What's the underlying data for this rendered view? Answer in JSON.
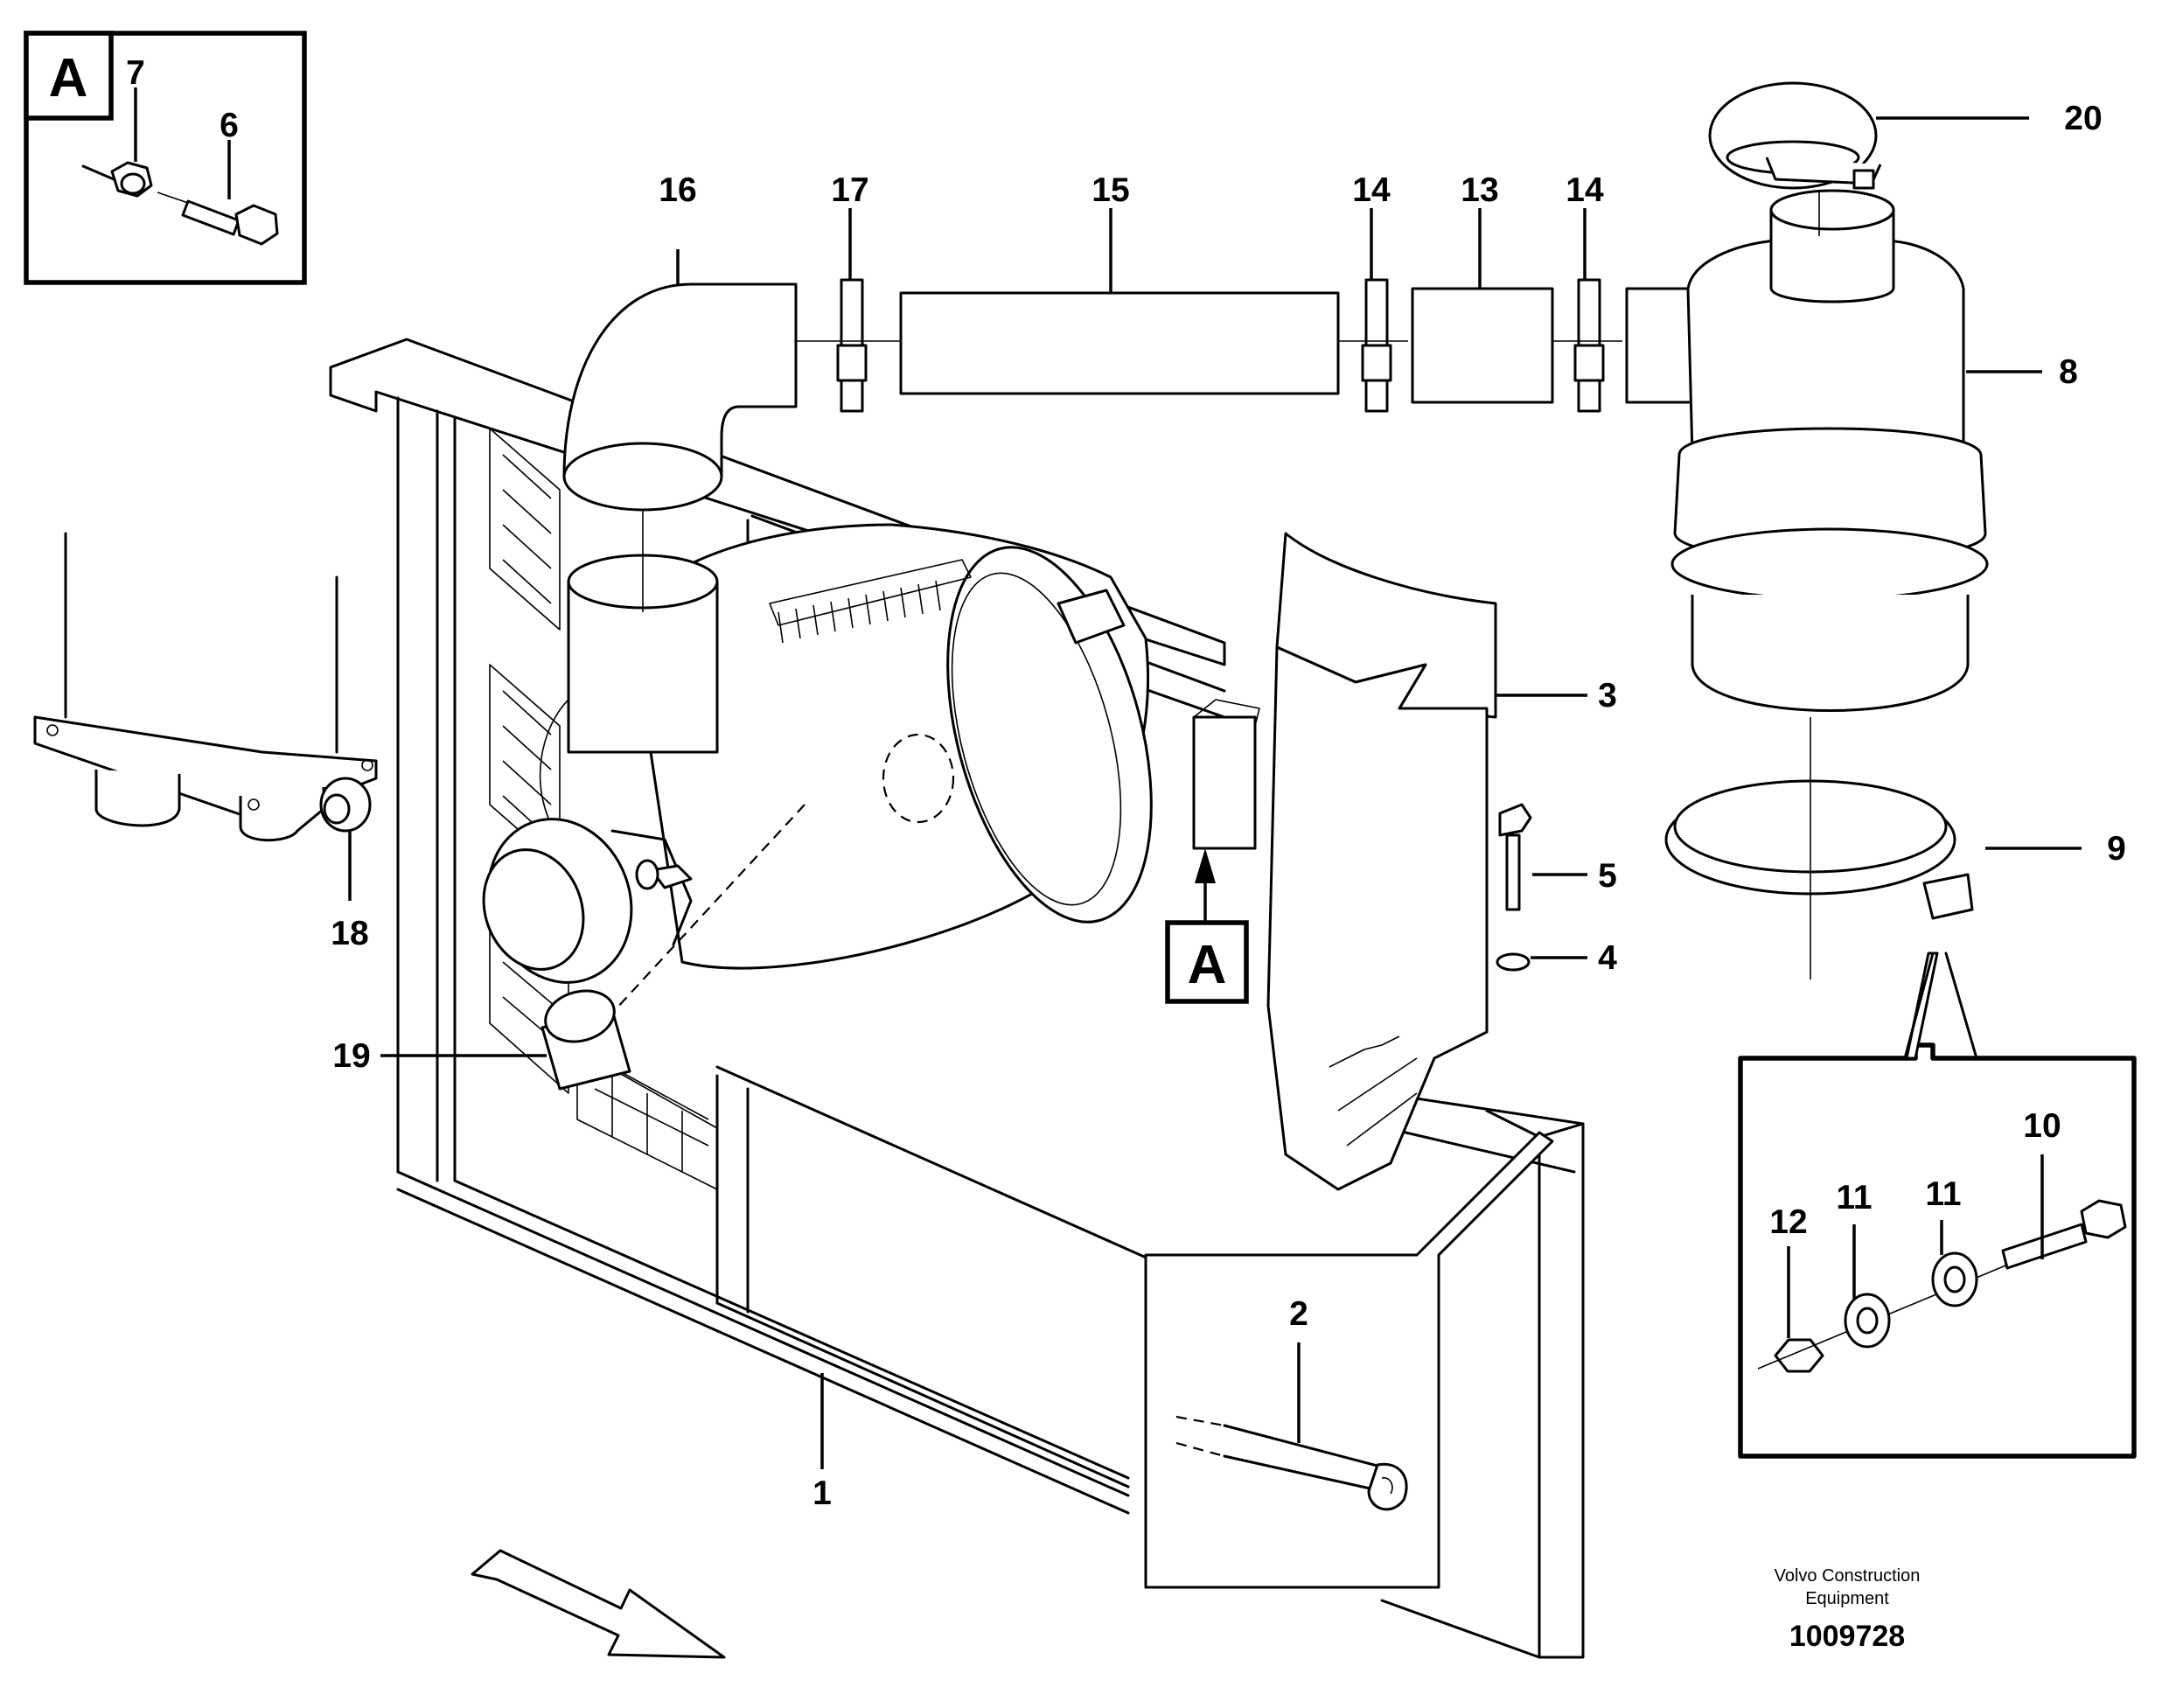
{
  "callouts": {
    "c1": "1",
    "c2": "2",
    "c3": "3",
    "c4": "4",
    "c5": "5",
    "c6": "6",
    "c7": "7",
    "c8": "8",
    "c9": "9",
    "c10": "10",
    "c11a": "11",
    "c11b": "11",
    "c12": "12",
    "c13": "13",
    "c14a": "14",
    "c14b": "14",
    "c15": "15",
    "c16": "16",
    "c17": "17",
    "c18": "18",
    "c19": "19",
    "c20": "20"
  },
  "detail_markers": {
    "box_label": "A",
    "pointer_label": "A"
  },
  "footer": {
    "company_line1": "Volvo Construction",
    "company_line2": "Equipment",
    "drawing_number": "1009728"
  }
}
